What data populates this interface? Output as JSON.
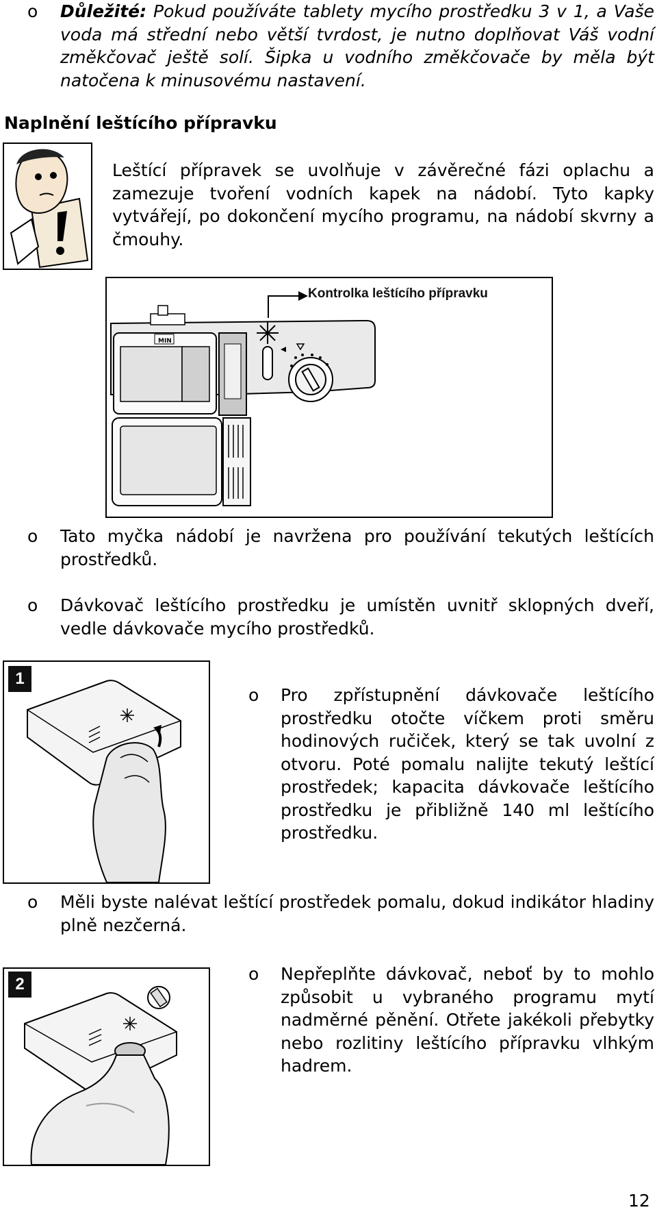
{
  "note": {
    "bullet": "o",
    "label": "Důležité:",
    "text": " Pokud používáte tablety mycího prostředku 3 v 1, a Vaše voda má střední nebo větší tvrdost, je nutno doplňovat Váš vodní změkčovač ještě solí. Šipka u vodního změkčovače by měla být natočena k minusovému nastavení."
  },
  "section": {
    "heading": "Naplnění leštícího přípravku",
    "intro": "Leštící přípravek se uvolňuje v závěrečné fázi oplachu a zamezuje tvoření vodních kapek na nádobí. Tyto kapky vytvářejí, po dokončení mycího programu, na nádobí skvrny a čmouhy."
  },
  "diagram": {
    "label": "Kontrolka leštícího přípravku",
    "dispenser_mark": "MIN"
  },
  "bullets": [
    {
      "bullet": "o",
      "text": "Tato myčka nádobí je navržena pro používání tekutých leštících prostředků."
    },
    {
      "bullet": "o",
      "text": "Dávkovač leštícího prostředku je umístěn uvnitř sklopných dveří, vedle dávkovače mycího prostředků."
    }
  ],
  "steps": [
    {
      "number": "1",
      "bullet": "o",
      "text": "Pro zpřístupnění dávkovače leštícího prostředku otočte víčkem proti směru hodinových ručiček, který se tak uvolní z otvoru. Poté pomalu nalijte tekutý leštící prostředek; kapacita dávkovače leštícího prostředku je přibližně 140 ml leštícího prostředku."
    },
    {
      "number": "2",
      "bullet": "o",
      "text": "Nepřeplňte dávkovač, neboť by to mohlo způsobit u vybraného programu mytí nadměrné pěnění. Otřete jakékoli přebytky nebo rozlitiny leštícího přípravku vlhkým hadrem."
    }
  ],
  "middle_bullet": {
    "bullet": "o",
    "text": "Měli byste nalévat leštící prostředek pomalu, dokud indikátor hladiny plně nezčerná."
  },
  "page_number": "12"
}
